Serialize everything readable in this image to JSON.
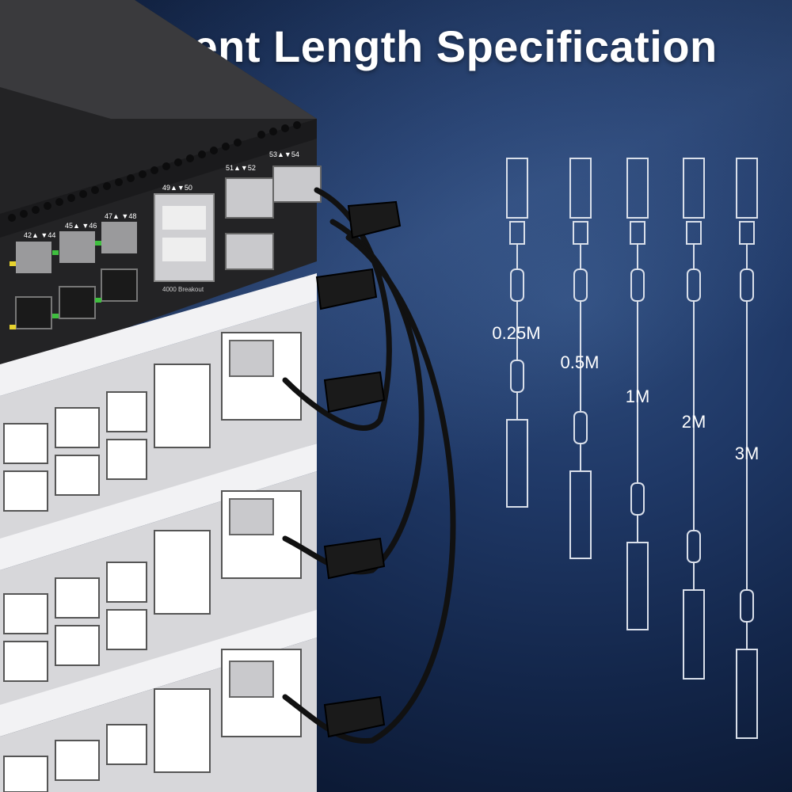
{
  "title": "Different Length Specification",
  "switch_labels": {
    "port_a": "42▲ ▼44",
    "port_b": "45▲ ▼46",
    "port_c": "47▲ ▼48",
    "sfp_a": "49▲▼50",
    "sfp_b": "51▲▼52",
    "sfp_c": "53▲▼54",
    "brand": "4000 Breakout"
  },
  "cables": [
    {
      "label": "0.25M"
    },
    {
      "label": "0.5M"
    },
    {
      "label": "1M"
    },
    {
      "label": "2M"
    },
    {
      "label": "3M"
    }
  ],
  "colors": {
    "background": "#13264a",
    "switch_dark": "#2a2a2c",
    "panel_light": "#e6e6e8",
    "cable": "#111111",
    "outline": "#d9dfea",
    "led_green": "#3fbf3f",
    "led_yellow": "#e6d22e"
  }
}
